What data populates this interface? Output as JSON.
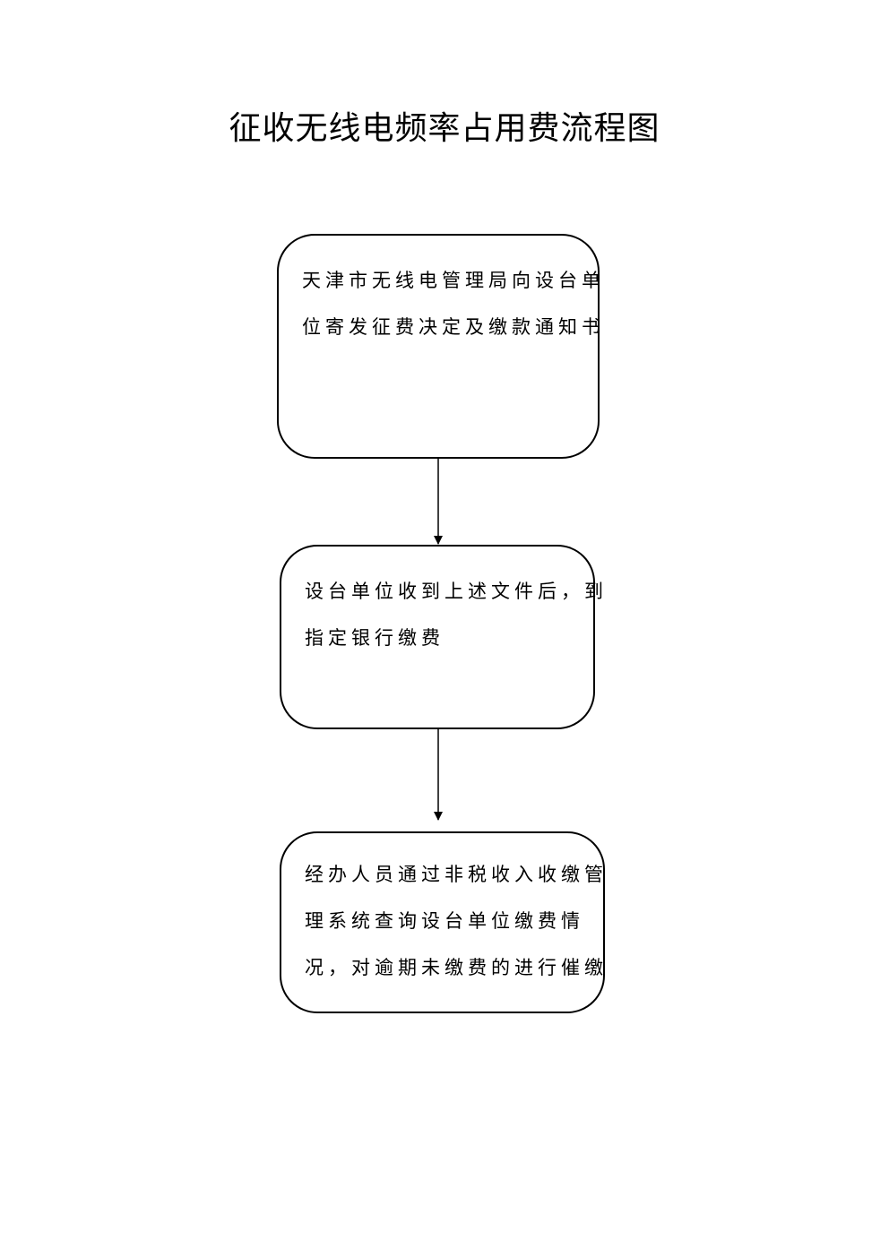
{
  "title": "征收无线电频率占用费流程图",
  "steps": [
    {
      "lines": [
        "天津市无线电管理局向设台单",
        "位寄发征费决定及缴款通知书"
      ]
    },
    {
      "lines": [
        "设台单位收到上述文件后，到",
        "指定银行缴费"
      ]
    },
    {
      "lines": [
        "经办人员通过非税收入收缴管",
        "理系统查询设台单位缴费情",
        "况，对逾期未缴费的进行催缴"
      ]
    }
  ],
  "colors": {
    "stroke": "#000000",
    "background": "#ffffff"
  }
}
